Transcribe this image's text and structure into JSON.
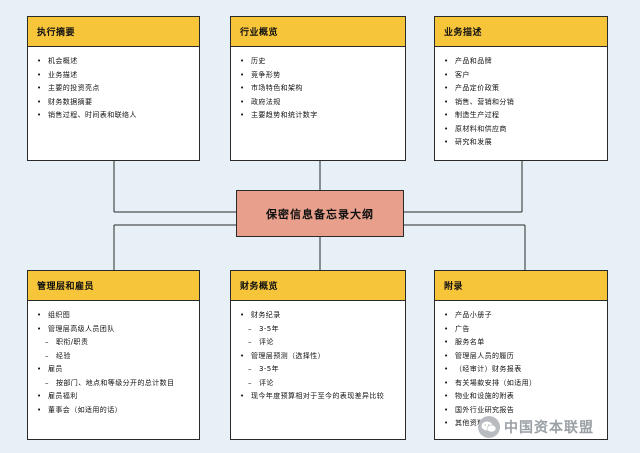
{
  "center_title": "保密信息备忘录大纲",
  "boxes": {
    "executive": {
      "title": "执行摘要",
      "items": [
        {
          "marker": "•",
          "text": "机会概述"
        },
        {
          "marker": "•",
          "text": "业务描述"
        },
        {
          "marker": "•",
          "text": "主要的投资亮点"
        },
        {
          "marker": "•",
          "text": "财务数据摘要"
        },
        {
          "marker": "•",
          "text": "销售过程、时间表和联络人"
        }
      ]
    },
    "industry": {
      "title": "行业概览",
      "items": [
        {
          "marker": "•",
          "text": "历史"
        },
        {
          "marker": "•",
          "text": "竞争形势"
        },
        {
          "marker": "•",
          "text": "市场特色和架构"
        },
        {
          "marker": "•",
          "text": "政府法规"
        },
        {
          "marker": "•",
          "text": "主要趋势和统计数字"
        }
      ]
    },
    "business": {
      "title": "业务描述",
      "items": [
        {
          "marker": "•",
          "text": "产品和品牌"
        },
        {
          "marker": "•",
          "text": "客户"
        },
        {
          "marker": "•",
          "text": "产品定价政策"
        },
        {
          "marker": "•",
          "text": "销售、营销和分销"
        },
        {
          "marker": "•",
          "text": "制造生产过程"
        },
        {
          "marker": "•",
          "text": "原材料和供应商"
        },
        {
          "marker": "•",
          "text": "研究和发展"
        }
      ]
    },
    "management": {
      "title": "管理层和雇员",
      "items": [
        {
          "marker": "•",
          "text": "组织图"
        },
        {
          "marker": "•",
          "text": "管理层高级人员团队"
        },
        {
          "marker": "–",
          "text": "职衔/职责",
          "sub": true
        },
        {
          "marker": "–",
          "text": "经验",
          "sub": true
        },
        {
          "marker": "•",
          "text": "雇员"
        },
        {
          "marker": "–",
          "text": "按部门、地点和等级分开的总计数目",
          "sub": true
        },
        {
          "marker": "•",
          "text": "雇员福利"
        },
        {
          "marker": "•",
          "text": "董事会（如适用的话）"
        }
      ]
    },
    "financial": {
      "title": "财务概览",
      "items": [
        {
          "marker": "•",
          "text": "财务纪录"
        },
        {
          "marker": "–",
          "text": "3-5年",
          "sub": true
        },
        {
          "marker": "–",
          "text": "评论",
          "sub": true
        },
        {
          "marker": "•",
          "text": "管理层预测（选择性）"
        },
        {
          "marker": "–",
          "text": "3-5年",
          "sub": true
        },
        {
          "marker": "–",
          "text": "评论",
          "sub": true
        },
        {
          "marker": "•",
          "text": "现今年度预算相对于至今的表现差异比较",
          "wrap": true
        }
      ]
    },
    "appendix": {
      "title": "附录",
      "items": [
        {
          "marker": "•",
          "text": "产品小册子"
        },
        {
          "marker": "•",
          "text": "广告"
        },
        {
          "marker": "•",
          "text": "服务名单"
        },
        {
          "marker": "•",
          "text": "管理层人员的履历"
        },
        {
          "marker": "•",
          "text": "（经审计）财务报表"
        },
        {
          "marker": "•",
          "text": "有关場款安排（如适用）"
        },
        {
          "marker": "•",
          "text": "物业和设施的附表"
        },
        {
          "marker": "•",
          "text": "国外行业研究报告"
        },
        {
          "marker": "•",
          "text": "其他资料"
        }
      ]
    }
  },
  "watermark": {
    "text": "中国资本联盟",
    "icon": "wechat-icon"
  },
  "colors": {
    "header": "#f7c53a",
    "center": "#e8a08c",
    "background": "#e6f0f6",
    "lines": "#2a2a2a"
  }
}
